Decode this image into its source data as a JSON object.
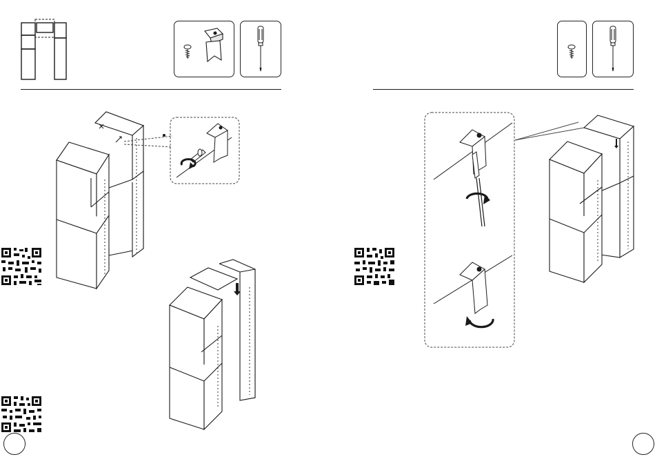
{
  "document": {
    "type": "furniture assembly instructions",
    "pages": [
      {
        "side": "left",
        "page_number": "",
        "hardware": [
          {
            "name": "screw-icon"
          },
          {
            "name": "mounting-bracket-icon"
          },
          {
            "name": "screwdriver-icon"
          }
        ],
        "steps": [
          "attach-bracket-to-cabinet",
          "place-top-panel"
        ]
      },
      {
        "side": "right",
        "page_number": "",
        "hardware": [
          {
            "name": "screw-icon"
          },
          {
            "name": "screwdriver-icon"
          }
        ],
        "steps": [
          "screw-bracket-to-wall",
          "fold-bracket-down"
        ]
      }
    ]
  },
  "colors": {
    "line": "#1a1a1a",
    "paper": "#ffffff",
    "dashed": "#444444"
  }
}
